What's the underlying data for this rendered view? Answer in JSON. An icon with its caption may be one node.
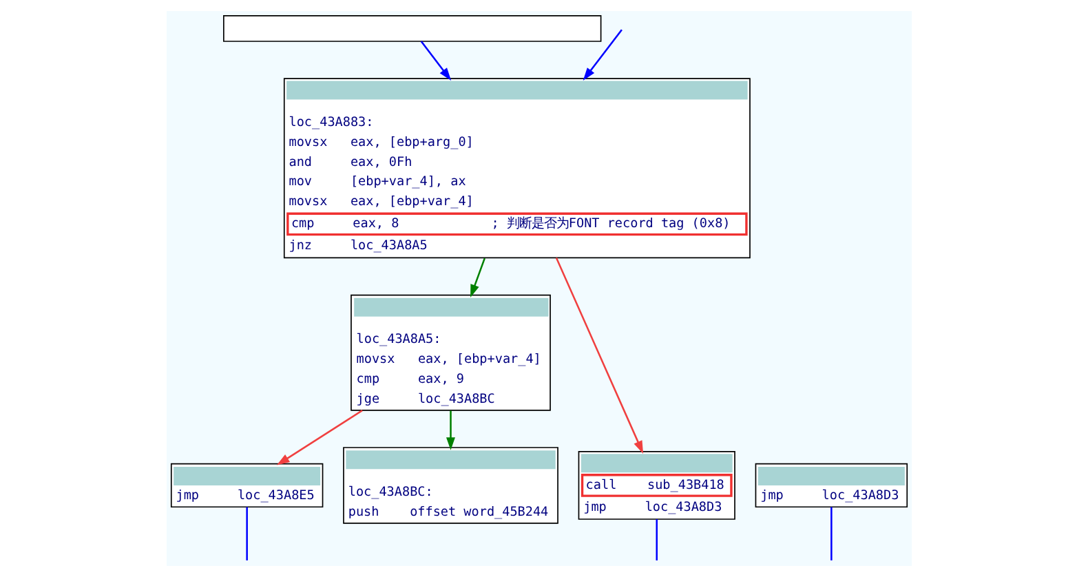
{
  "diagram": {
    "nodes": [
      {
        "text": [],
        "shape": "box"
      },
      {
        "text": [
          "loc_43A883:",
          "movsx   eax, [ebp+arg_0]",
          "and     eax, 0Fh",
          "mov     [ebp+var_4], ax",
          "movsx   eax, [ebp+var_4]",
          "cmp     eax, 8            ; 判断是否为FONT record tag (0x8)",
          "jnz     loc_43A8A5"
        ]
      },
      {
        "text": [
          "loc_43A8A5:",
          "movsx   eax, [ebp+var_4]",
          "cmp     eax, 9",
          "jge     loc_43A8BC"
        ]
      },
      {
        "text": [
          "jmp     loc_43A8E5"
        ]
      },
      {
        "text": [
          "call    sub_43B418",
          "jmp     loc_43A8D3"
        ]
      },
      {
        "text": [
          "jmp     loc_43A8D3"
        ]
      },
      {
        "text": [
          "loc_43A8BC:",
          "push    offset word_45B244"
        ]
      }
    ],
    "edges": [
      {
        "from": 0,
        "to": 1,
        "arrow": "to"
      },
      {
        "from": null,
        "to": 1,
        "arrow": "to"
      },
      {
        "from": 1,
        "to": 4,
        "arrow": "to",
        "color": "#f04040"
      },
      {
        "from": 1,
        "to": 2,
        "arrow": "to",
        "color": "#008000"
      },
      {
        "from": 2,
        "to": 3,
        "arrow": "to",
        "color": "#f04040"
      },
      {
        "from": 2,
        "to": 6,
        "arrow": "to",
        "color": "#008000"
      },
      {
        "from": 3,
        "to": null,
        "arrow": "none"
      },
      {
        "from": 4,
        "to": null,
        "arrow": "none"
      },
      {
        "from": 5,
        "to": null,
        "arrow": "none"
      }
    ]
  }
}
